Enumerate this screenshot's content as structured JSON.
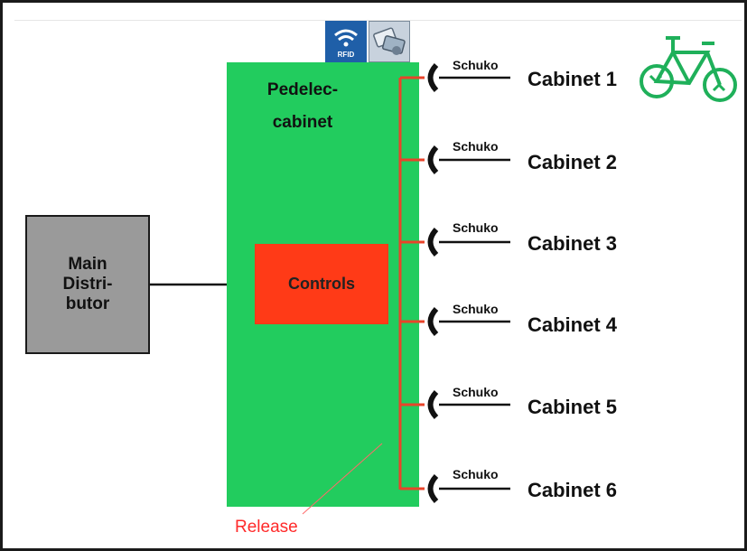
{
  "main_distributor": {
    "label": "Main\nDistri-\nbutor"
  },
  "pedelec_cabinet": {
    "label": "Pedelec-\ncabinet"
  },
  "controls": {
    "label": "Controls"
  },
  "rfid_badge": {
    "label": "RFID",
    "icon": "wifi-icon"
  },
  "card_badge": {
    "icon": "card-reader-icon"
  },
  "bicycle": {
    "icon": "bicycle-icon",
    "color": "#1fb05a"
  },
  "outlets": [
    {
      "socket": "Schuko",
      "cabinet": "Cabinet 1"
    },
    {
      "socket": "Schuko",
      "cabinet": "Cabinet 2"
    },
    {
      "socket": "Schuko",
      "cabinet": "Cabinet 3"
    },
    {
      "socket": "Schuko",
      "cabinet": "Cabinet 4"
    },
    {
      "socket": "Schuko",
      "cabinet": "Cabinet 5"
    },
    {
      "socket": "Schuko",
      "cabinet": "Cabinet 6"
    }
  ],
  "release": {
    "label": "Release"
  },
  "colors": {
    "cabinet_green": "#22cc5e",
    "controls_red": "#ff3a17",
    "bus_red": "#e8442a",
    "release_red": "#ff2a2a",
    "distributor_gray": "#9a9a9a"
  }
}
